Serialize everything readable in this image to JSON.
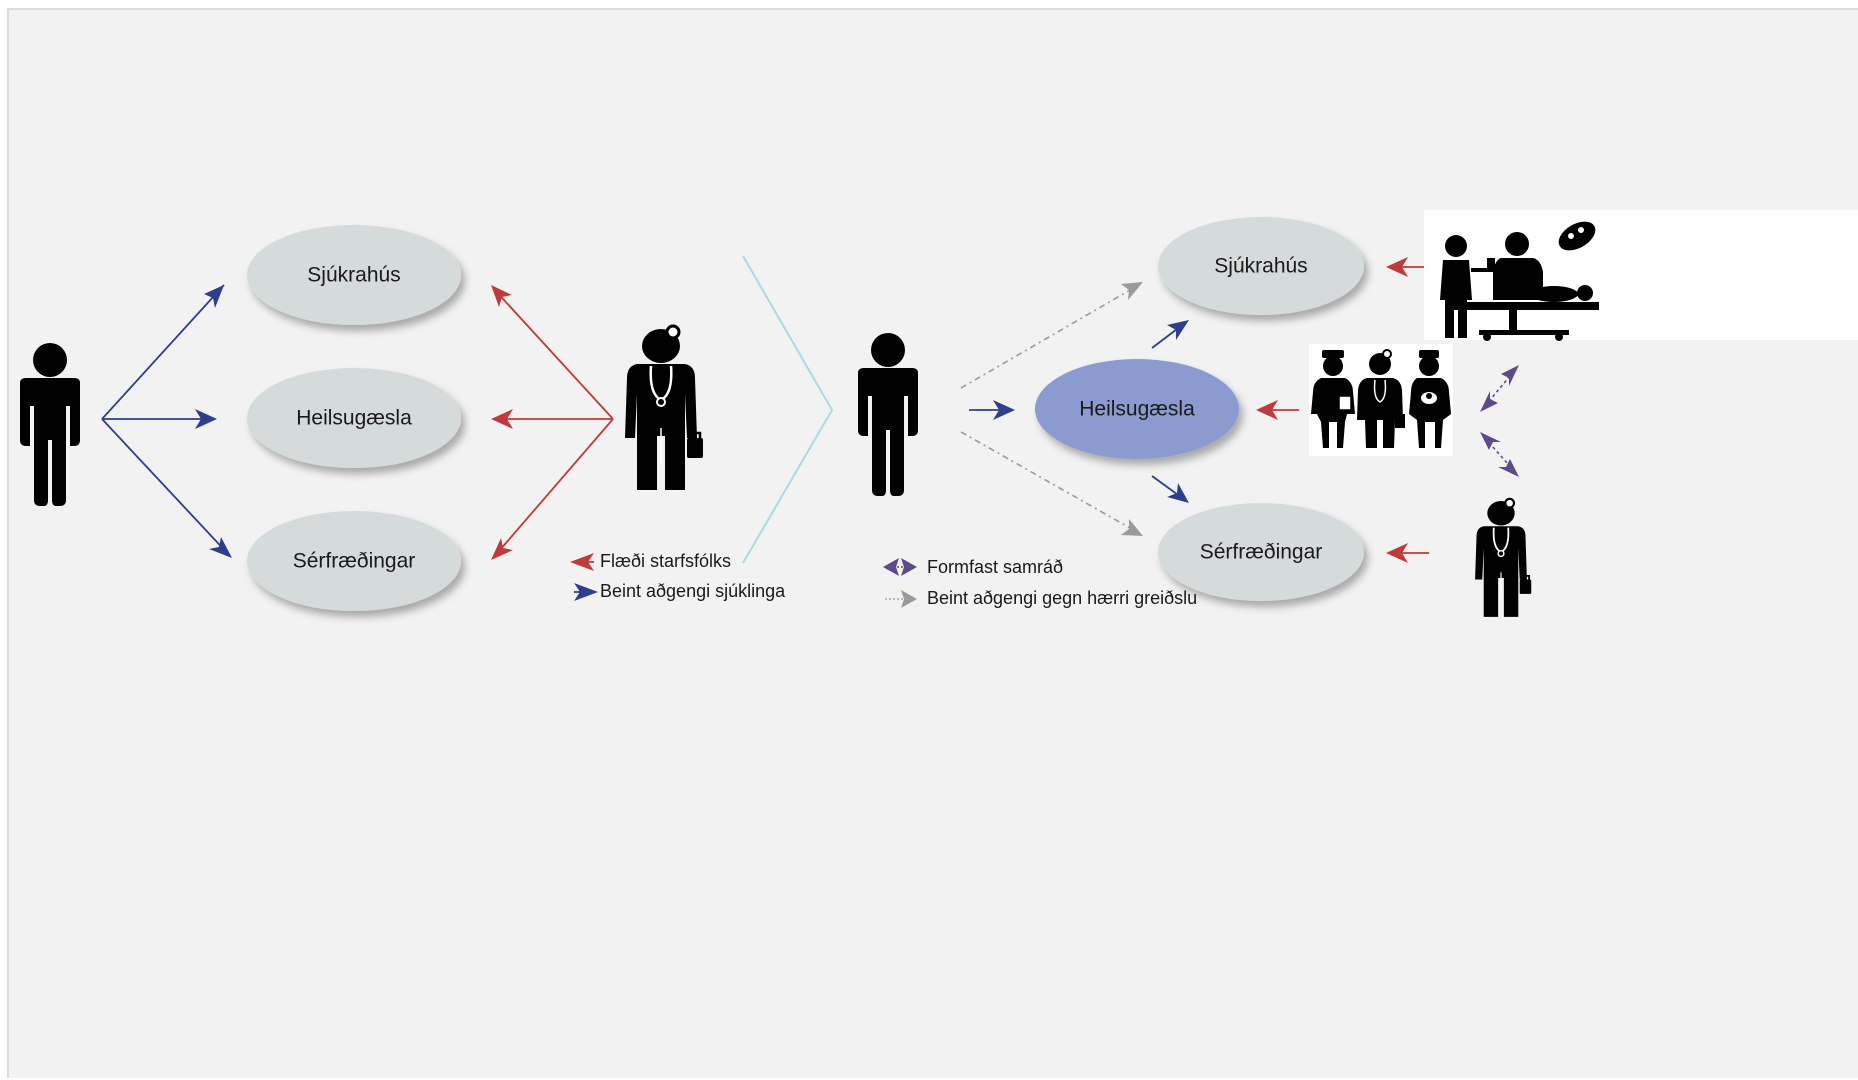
{
  "left_model": {
    "nodes": {
      "hospital": "Sjúkrahús",
      "primary_care": "Heilsugæsla",
      "specialists": "Sérfræðingar"
    },
    "legend": {
      "staff_flow": "Flæði starfsfólks",
      "direct_access": "Beint aðgengi sjúklinga"
    }
  },
  "right_model": {
    "nodes": {
      "hospital": "Sjúkrahús",
      "primary_care": "Heilsugæsla",
      "specialists": "Sérfræðingar"
    },
    "legend": {
      "formal_consultation": "Formfast samráð",
      "direct_access_higher_payment": "Beint aðgengi gegn hærri greiðslu"
    }
  },
  "colors": {
    "patient_arrow": "#2e3d8c",
    "staff_arrow": "#c0393b",
    "consultation_arrow": "#5d4a8a",
    "paid_access_arrow": "#9a9a9a",
    "node_fill": "#d5dadb",
    "primary_care_highlight": "#8b9bcf",
    "separator_chevron": "#a9dbe1",
    "figure": "#000000"
  },
  "icons": [
    "person-icon",
    "doctor-icon",
    "surgery-team-icon",
    "nurse-doctor-midwife-icon"
  ]
}
